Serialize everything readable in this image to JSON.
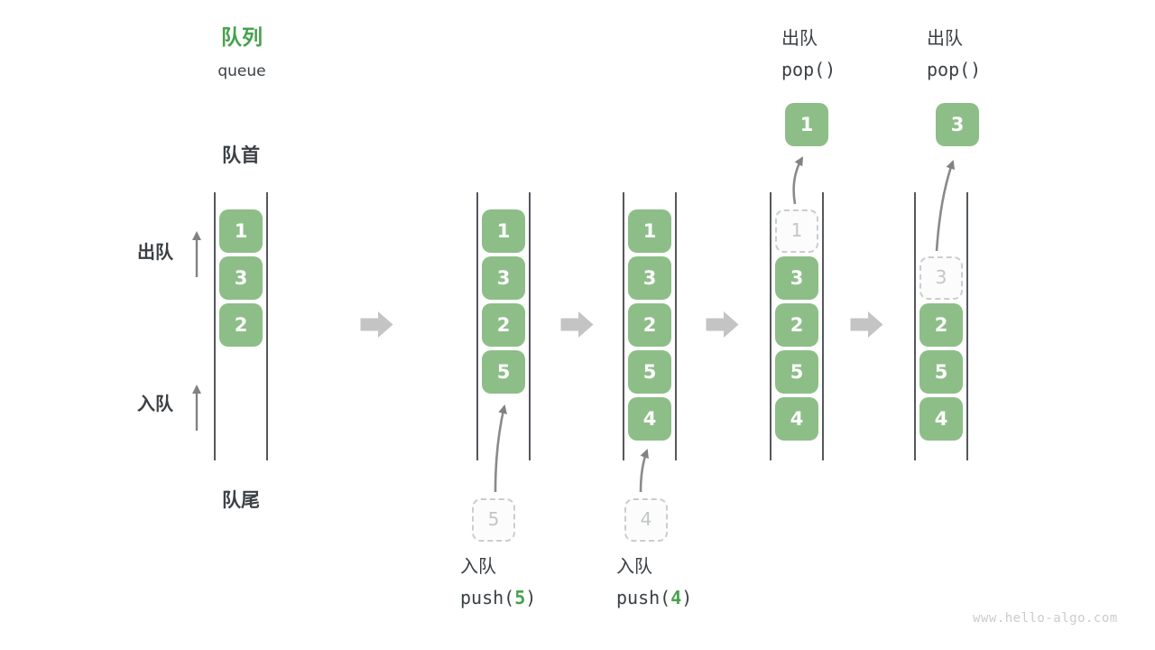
{
  "title": {
    "zh": "队列",
    "en": "queue"
  },
  "side_labels": {
    "front": "队首",
    "rear": "队尾",
    "dequeue": "出队",
    "enqueue": "入队"
  },
  "states": [
    {
      "items": [
        "1",
        "3",
        "2"
      ]
    },
    {
      "items": [
        "1",
        "3",
        "2",
        "5"
      ],
      "pending": "5",
      "op_label": "入队",
      "op_fn": "push(",
      "op_arg": "5",
      "op_close": ")"
    },
    {
      "items": [
        "1",
        "3",
        "2",
        "5",
        "4"
      ],
      "pending": "4",
      "op_label": "入队",
      "op_fn": "push(",
      "op_arg": "4",
      "op_close": ")"
    },
    {
      "items": [
        "3",
        "2",
        "5",
        "4"
      ],
      "ghost": "1",
      "popped": "1",
      "op_label": "出队",
      "op_code": "pop()"
    },
    {
      "items": [
        "2",
        "5",
        "4"
      ],
      "ghost": "3",
      "popped": "3",
      "op_label": "出队",
      "op_code": "pop()"
    }
  ],
  "colors": {
    "item_green": "#8dbe88",
    "accent_green": "#47a14d",
    "text_dark": "#3b4045",
    "ghost_gray": "#c3c6c8",
    "block_arrow_gray": "#c4c4c4"
  },
  "watermark": "www.hello-algo.com"
}
